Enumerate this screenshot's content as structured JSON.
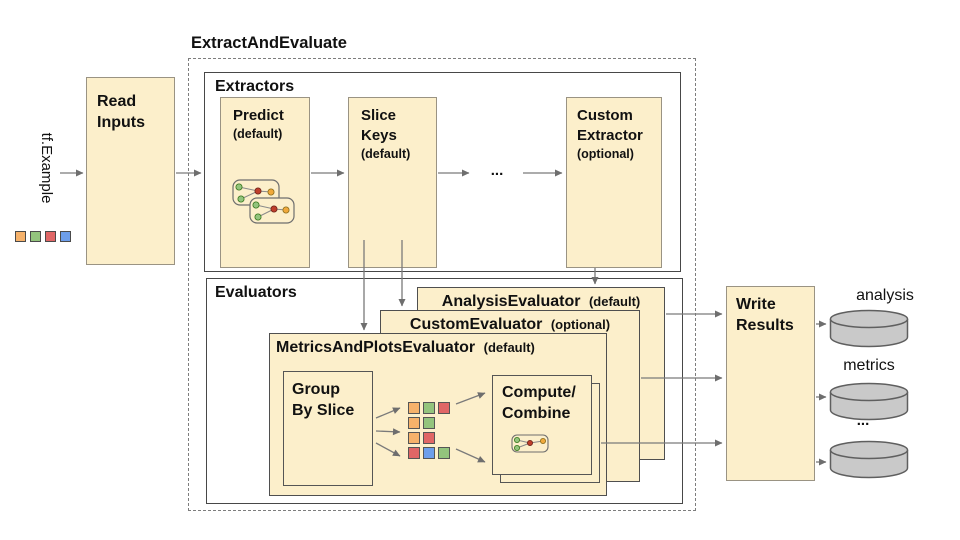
{
  "diagram_title": "ExtractAndEvaluate",
  "input": {
    "label": "tf.Example",
    "legend": [
      "orange",
      "green",
      "red",
      "blue"
    ]
  },
  "read_inputs": {
    "title": "Read\nInputs"
  },
  "extractors": {
    "label": "Extractors",
    "predict": {
      "title": "Predict",
      "qualifier": "(default)"
    },
    "slice_keys": {
      "title": "Slice\nKeys",
      "qualifier": "(default)"
    },
    "ellipsis": "...",
    "custom": {
      "title": "Custom\nExtractor",
      "qualifier": "(optional)"
    }
  },
  "evaluators": {
    "label": "Evaluators",
    "analysis": {
      "title": "AnalysisEvaluator",
      "qualifier": "(default)"
    },
    "custom": {
      "title": "CustomEvaluator",
      "qualifier": "(optional)"
    },
    "metrics_plots": {
      "title": "MetricsAndPlotsEvaluator",
      "qualifier": "(default)"
    },
    "group_by_slice": {
      "title": "Group\nBy Slice"
    },
    "compute_combine": {
      "title": "Compute/\nCombine"
    },
    "slice_rows": [
      [
        "orange",
        "green",
        "red"
      ],
      [
        "orange",
        "green"
      ],
      [
        "orange",
        "red"
      ],
      [
        "red",
        "blue",
        "green"
      ]
    ]
  },
  "write_results": {
    "title": "Write\nResults"
  },
  "outputs": [
    {
      "label": "analysis"
    },
    {
      "label": "metrics"
    },
    {
      "label": "..."
    }
  ],
  "colors": {
    "box_fill": "#FCEFCB",
    "palette": {
      "orange": "#F6B26B",
      "green": "#93C47D",
      "red": "#E06666",
      "blue": "#6D9EEB"
    },
    "cylinder_fill": "#C9C9C9",
    "arrow": "#757575",
    "node_green": "#93C47D",
    "node_red": "#BE3E2B",
    "node_yellow": "#F0A93B"
  }
}
